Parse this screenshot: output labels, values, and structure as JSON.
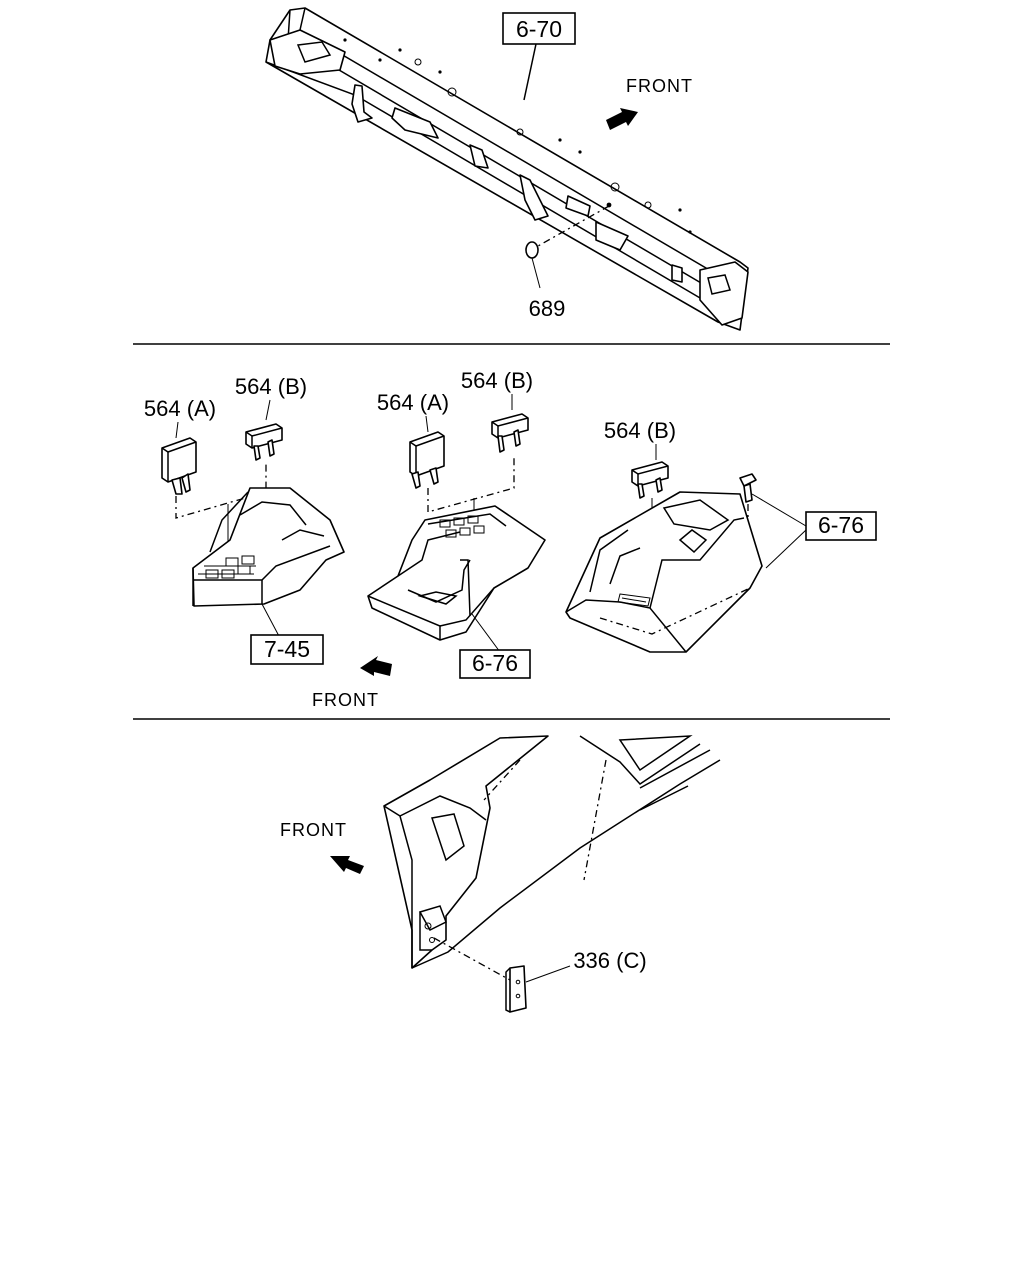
{
  "sections": {
    "top": {
      "ref_box": "6-70",
      "front_label": "FRONT",
      "part_number": "689"
    },
    "middle": {
      "left_console": {
        "part_a": "564 (A)",
        "part_b": "564 (B)",
        "ref_box": "7-45"
      },
      "center_console": {
        "part_a": "564 (A)",
        "part_b": "564 (B)",
        "ref_box": "6-76"
      },
      "right_console": {
        "part_b": "564 (B)",
        "ref_box": "6-76"
      },
      "front_label": "FRONT"
    },
    "bottom": {
      "front_label": "FRONT",
      "part_number": "336 (C)"
    }
  }
}
